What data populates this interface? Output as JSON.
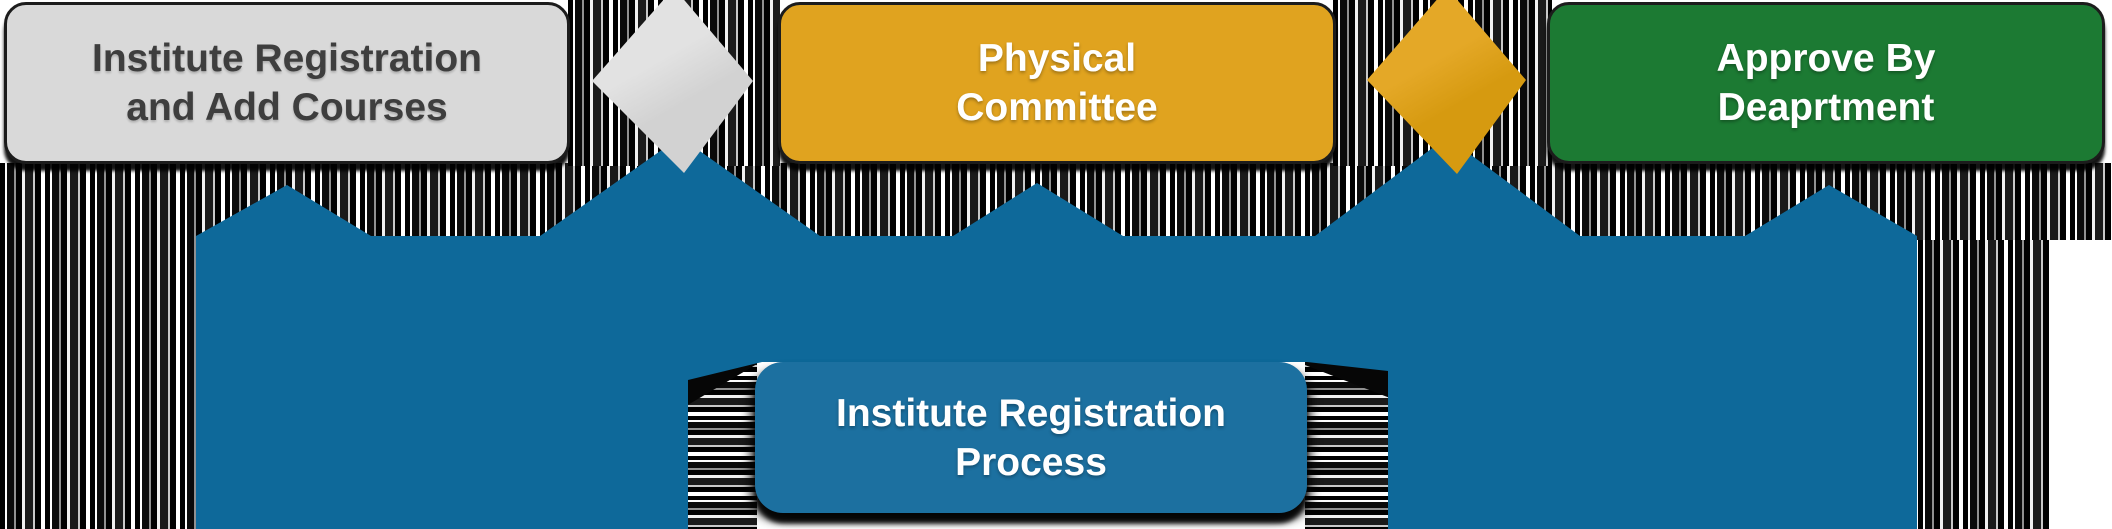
{
  "diagram": {
    "title_hint": "Institute registration flow banner",
    "nodes": [
      {
        "id": "institute-registration-and-add-courses",
        "fill": "gray",
        "lines": [
          "Institute Registration",
          "and Add Courses"
        ]
      },
      {
        "id": "physical-committee",
        "fill": "orange",
        "lines": [
          "Physical",
          "Committee"
        ]
      },
      {
        "id": "approve-by-department",
        "fill": "green",
        "lines": [
          "Approve By",
          "Deaprtment"
        ]
      },
      {
        "id": "institute-registration-process",
        "fill": "blue",
        "lines": [
          "Institute Registration",
          "Process"
        ]
      }
    ],
    "connectors": [
      {
        "id": "diamond-1",
        "shape": "diamond",
        "color_name": "gray"
      },
      {
        "id": "diamond-2",
        "shape": "diamond",
        "color_name": "orange"
      }
    ],
    "banner": {
      "shape": "ribbon-with-upward-peaks",
      "peak_count": 5
    }
  },
  "colors": {
    "banner_blue": "#0E699A",
    "process_box_blue": "#1C70A0",
    "gray_fill": "#D9D9D9",
    "orange_fill": "#E0A31F",
    "green_fill": "#1C7A33",
    "box_border": "#1C1C1C",
    "dark_text": "#3E3E3E",
    "light_text": "#FFFFFF"
  }
}
